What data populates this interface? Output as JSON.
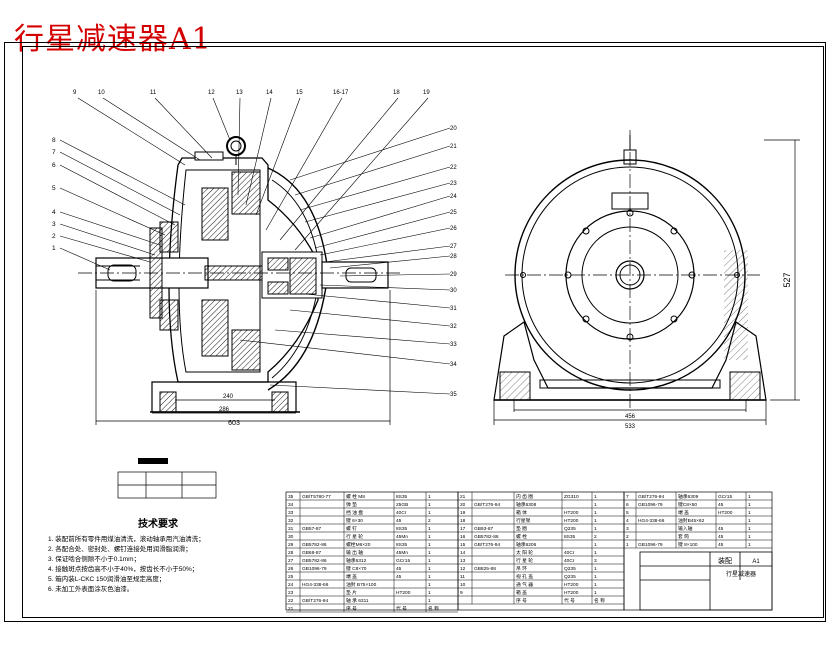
{
  "title": "行星减速器A1",
  "dimensions": {
    "d603": "603",
    "d286": "286",
    "d240": "240",
    "d527": "527",
    "d456": "456",
    "d533": "533"
  },
  "leaders_left": [
    "8",
    "7",
    "6",
    "5",
    "4",
    "3",
    "2",
    "1"
  ],
  "leaders_top": [
    "9",
    "10",
    "11",
    "12",
    "13",
    "14",
    "15",
    "16-17",
    "18",
    "19"
  ],
  "leaders_right": [
    "20",
    "21",
    "22",
    "23",
    "24",
    "25",
    "26",
    "27",
    "28",
    "29",
    "30",
    "31",
    "32",
    "33",
    "34",
    "35"
  ],
  "requirements": {
    "title": "技术要求",
    "lines": [
      "1. 装配前所有零件用煤油清洗，滚动轴承用汽油清洗；",
      "2. 各配合处、密封处、螺钉连接处用润滑脂润滑；",
      "3. 保证啮合侧隙不小于0.1mm；",
      "4. 接触斑点按齿高不小于40%，按齿长不小于50%；",
      "5. 箱内装L-CKC 150润滑油至规定高度；",
      "6. 未加工外表面涂灰色油漆。"
    ]
  },
  "title_block": {
    "name": "行星减速器",
    "code": "A1",
    "company": "装配"
  },
  "parts_rows_a": [
    [
      "35",
      "GB/T5780-77",
      "螺 栓 M8",
      "8S35",
      "1"
    ],
    [
      "34",
      "",
      "弹 垫",
      "25GB",
      "1"
    ],
    [
      "33",
      "",
      "挡 油 盘",
      "40Cr",
      "1"
    ],
    [
      "32",
      "",
      "键 6×30",
      "45",
      "2"
    ],
    [
      "31",
      "GB57-87",
      "螺 钉",
      "8S35",
      "1"
    ],
    [
      "30",
      "",
      "行 星 轮",
      "45Mn",
      "1"
    ],
    [
      "29",
      "GB5782-86",
      "螺栓M6×20",
      "8S35",
      "1"
    ],
    [
      "28",
      "GB68-87",
      "输 出 轴",
      "45Mn",
      "1"
    ],
    [
      "27",
      "GB5782-86",
      "轴承6312",
      "GCr15",
      "1"
    ],
    [
      "26",
      "GB1096-79",
      "键 C8×70",
      "45",
      "1"
    ],
    [
      "25",
      "",
      "端 盖",
      "45",
      "1"
    ],
    [
      "24",
      "HG4-338-66",
      "油封 B75×100",
      "",
      "1"
    ],
    [
      "23",
      "",
      "垫 片",
      "HT200",
      "1"
    ],
    [
      "22",
      "GB/T276-94",
      "轴 承 6311",
      "",
      "1"
    ],
    [
      "21",
      "",
      "序 号",
      "代 号",
      "名 称"
    ]
  ],
  "parts_rows_b": [
    [
      "21",
      "",
      "内 齿 圈",
      "ZG310",
      "1"
    ],
    [
      "20",
      "GB/T276-94",
      "轴承6308",
      "",
      "1"
    ],
    [
      "19",
      "",
      "箱 体",
      "HT200",
      "1"
    ],
    [
      "18",
      "",
      "行星架",
      "HT200",
      "1"
    ],
    [
      "17",
      "GB93-87",
      "垫 圈",
      "Q235",
      "1"
    ],
    [
      "16",
      "GB5782-86",
      "螺 栓",
      "8S35",
      "2"
    ],
    [
      "15",
      "GB/T276-94",
      "轴承6206",
      "",
      "1"
    ],
    [
      "14",
      "",
      "太 阳 轮",
      "40Cr",
      "1"
    ],
    [
      "13",
      "",
      "行 星 轮",
      "40Cr",
      "3"
    ],
    [
      "12",
      "GB825-88",
      "吊 环",
      "Q235",
      "1"
    ],
    [
      "11",
      "",
      "视 孔 盖",
      "Q235",
      "1"
    ],
    [
      "10",
      "",
      "通 气 器",
      "HT200",
      "1"
    ],
    [
      "9",
      "",
      "箱 盖",
      "HT200",
      "1"
    ],
    [
      "",
      "",
      "序 号",
      "代 号",
      "名 称"
    ]
  ],
  "parts_rows_c": [
    [
      "7",
      "GB/T276-94",
      "轴承6309",
      "GCr15",
      "1"
    ],
    [
      "6",
      "GB1096-79",
      "键C8×50",
      "45",
      "1"
    ],
    [
      "5",
      "",
      "端 盖",
      "HT200",
      "1"
    ],
    [
      "4",
      "HG4-338-66",
      "油封B45×62",
      "",
      "1"
    ],
    [
      "3",
      "",
      "输入轴",
      "45",
      "1"
    ],
    [
      "2",
      "",
      "套 筒",
      "45",
      "1"
    ],
    [
      "1",
      "GB1096-79",
      "键 8×100",
      "45",
      "1"
    ]
  ]
}
